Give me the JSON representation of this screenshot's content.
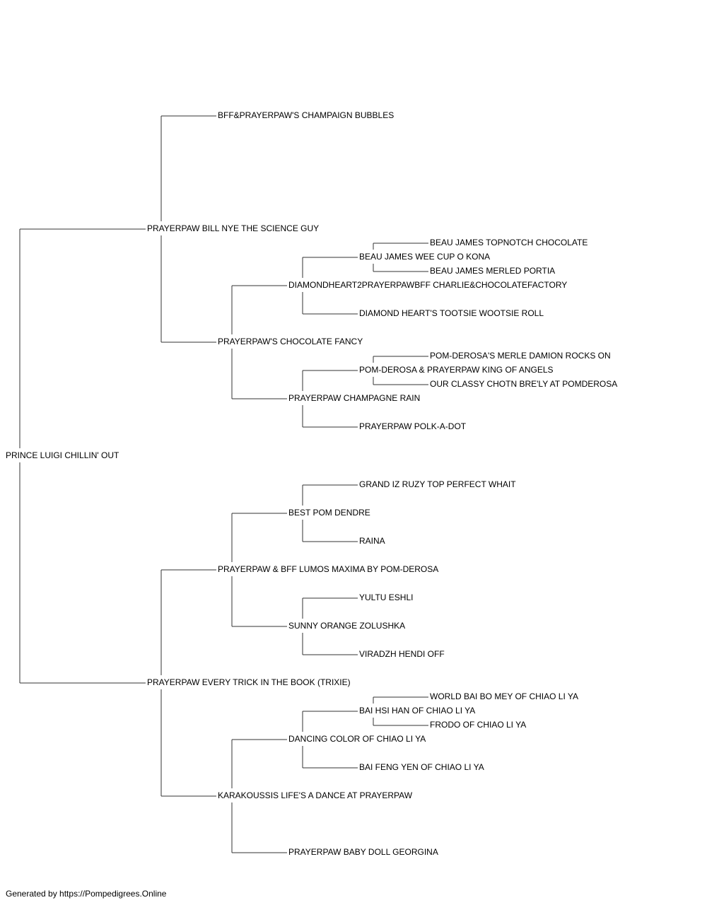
{
  "pedigree": {
    "name": "PRINCE LUIGI CHILLIN' OUT",
    "sire": {
      "name": "PRAYERPAW BILL NYE THE SCIENCE GUY",
      "sire": {
        "name": "BFF&PRAYERPAW'S CHAMPAIGN BUBBLES"
      },
      "dam": {
        "name": "PRAYERPAW'S CHOCOLATE FANCY",
        "sire": {
          "name": "DIAMONDHEART2PRAYERPAWBFF CHARLIE&CHOCOLATEFACTORY",
          "sire": {
            "name": "BEAU JAMES WEE CUP O KONA",
            "sire": {
              "name": "BEAU JAMES TOPNOTCH CHOCOLATE"
            },
            "dam": {
              "name": "BEAU JAMES MERLED PORTIA"
            }
          },
          "dam": {
            "name": "DIAMOND HEART'S TOOTSIE WOOTSIE ROLL"
          }
        },
        "dam": {
          "name": "PRAYERPAW CHAMPAGNE RAIN",
          "sire": {
            "name": "POM-DEROSA & PRAYERPAW KING OF ANGELS",
            "sire": {
              "name": "POM-DEROSA'S MERLE DAMION ROCKS ON"
            },
            "dam": {
              "name": "OUR CLASSY CHOTN BRE'LY AT POMDEROSA"
            }
          },
          "dam": {
            "name": "PRAYERPAW POLK-A-DOT"
          }
        }
      }
    },
    "dam": {
      "name": "PRAYERPAW EVERY TRICK IN THE BOOK (TRIXIE)",
      "sire": {
        "name": "PRAYERPAW & BFF LUMOS MAXIMA BY POM-DEROSA",
        "sire": {
          "name": "BEST POM DENDRE",
          "sire": {
            "name": "GRAND IZ RUZY TOP PERFECT WHAIT"
          },
          "dam": {
            "name": "RAINA"
          }
        },
        "dam": {
          "name": "SUNNY ORANGE ZOLUSHKA",
          "sire": {
            "name": "YULTU ESHLI"
          },
          "dam": {
            "name": "VIRADZH HENDI OFF"
          }
        }
      },
      "dam": {
        "name": "KARAKOUSSIS LIFE'S A DANCE AT PRAYERPAW",
        "sire": {
          "name": "DANCING COLOR OF CHIAO LI YA",
          "sire": {
            "name": "BAI HSI HAN OF CHIAO LI YA",
            "sire": {
              "name": "WORLD BAI BO MEY OF CHIAO LI YA"
            },
            "dam": {
              "name": "FRODO OF CHIAO LI YA"
            }
          },
          "dam": {
            "name": "BAI FENG YEN OF CHIAO LI YA"
          }
        },
        "dam": {
          "name": "PRAYERPAW BABY DOLL GEORGINA"
        }
      }
    }
  },
  "footer": "Generated by https://Pompedigrees.Online",
  "colors": {
    "line": "#333333",
    "text": "#000000",
    "background": "#ffffff"
  }
}
